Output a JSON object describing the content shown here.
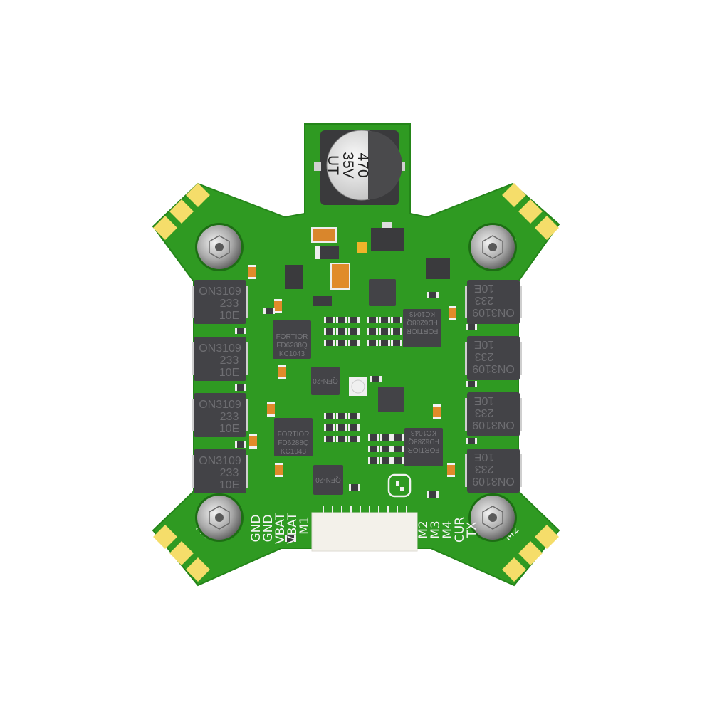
{
  "board": {
    "colors": {
      "pcb": "#2f9a22",
      "pad": "#f5dd6a",
      "chip": "#434347",
      "orange": "#e08b2a"
    },
    "capacitor": {
      "line1": "470",
      "line2": "35V",
      "line3": "UT"
    },
    "motor_pad_labels": {
      "m1": "M1",
      "m2": "M2",
      "m3": "M3",
      "m4": "M4"
    },
    "mosfet": {
      "line1": "ON3109",
      "line2": "233",
      "line3": "10E"
    },
    "driver": {
      "line1": "FORTIOR",
      "line2": "FD6288Q",
      "line3": "KC1043"
    },
    "qfn": {
      "label": "QFN-20"
    },
    "connector_left": [
      "GND",
      "GND",
      "VBAT",
      "VBAT",
      "M1"
    ],
    "connector_right": [
      "M2",
      "M3",
      "M4",
      "CUR",
      "TX"
    ]
  }
}
